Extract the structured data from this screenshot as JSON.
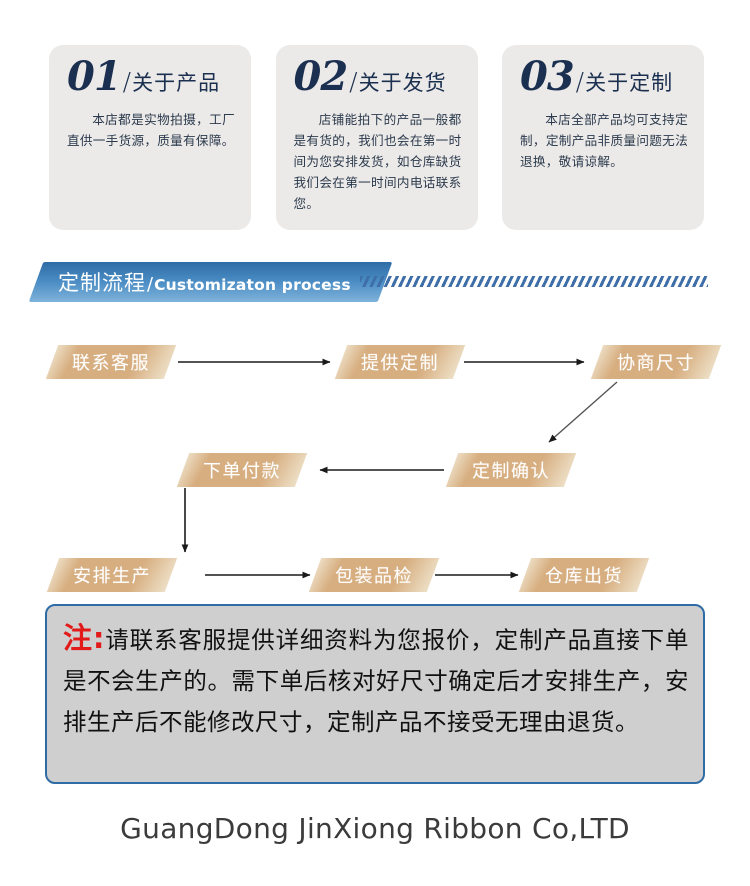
{
  "cards": [
    {
      "number": "01",
      "separator": "/",
      "title": "关于产品",
      "body": "本店都是实物拍摄，工厂直供一手货源，质量有保障。"
    },
    {
      "number": "02",
      "separator": "/",
      "title": "关于发货",
      "body": "店铺能拍下的产品一般都是有货的，我们也会在第一时间为您安排发货，如仓库缺货我们会在第一时间内电话联系您。"
    },
    {
      "number": "03",
      "separator": "/",
      "title": "关于定制",
      "body": "本店全部产品均可支持定制，定制产品非质量问题无法退换，敬请谅解。"
    }
  ],
  "banner": {
    "title_cn": "定制流程",
    "separator": "/",
    "title_en": "Customizaton process",
    "gradient_from": "#2f6ca5",
    "gradient_to": "#7fb3da",
    "stripe_color": "#3f6fa8"
  },
  "flow": {
    "box_color": "#d7ae80",
    "text_color": "#ffffff",
    "arrow_color": "#1a1a1a",
    "steps": [
      {
        "id": "contact-service",
        "label": "联系客服",
        "row": 1,
        "col": 1
      },
      {
        "id": "provide-customization",
        "label": "提供定制",
        "row": 1,
        "col": 2
      },
      {
        "id": "negotiate-size",
        "label": "协商尺寸",
        "row": 1,
        "col": 3
      },
      {
        "id": "place-order-payment",
        "label": "下单付款",
        "row": 2,
        "col": 1
      },
      {
        "id": "confirm-customization",
        "label": "定制确认",
        "row": 2,
        "col": 2
      },
      {
        "id": "arrange-production",
        "label": "安排生产",
        "row": 3,
        "col": 1
      },
      {
        "id": "packaging-inspection",
        "label": "包装品检",
        "row": 3,
        "col": 2
      },
      {
        "id": "warehouse-shipment",
        "label": "仓库出货",
        "row": 3,
        "col": 3
      }
    ],
    "connections": [
      {
        "from": "contact-service",
        "to": "provide-customization",
        "direction": "right"
      },
      {
        "from": "provide-customization",
        "to": "negotiate-size",
        "direction": "right"
      },
      {
        "from": "negotiate-size",
        "to": "confirm-customization",
        "direction": "down-left"
      },
      {
        "from": "confirm-customization",
        "to": "place-order-payment",
        "direction": "left"
      },
      {
        "from": "place-order-payment",
        "to": "arrange-production",
        "direction": "down"
      },
      {
        "from": "arrange-production",
        "to": "packaging-inspection",
        "direction": "right"
      },
      {
        "from": "packaging-inspection",
        "to": "warehouse-shipment",
        "direction": "right"
      }
    ]
  },
  "note": {
    "label": "注:",
    "text": "请联系客服提供详细资料为您报价，定制产品直接下单是不会生产的。需下单后核对好尺寸确定后才安排生产，安排生产后不能修改尺寸，定制产品不接受无理由退货。",
    "label_color": "#e21a1a",
    "border_color": "#2f6ca5",
    "background_color": "#cfcfcf"
  },
  "footer": {
    "company": "GuangDong JinXiong Ribbon Co,LTD"
  }
}
